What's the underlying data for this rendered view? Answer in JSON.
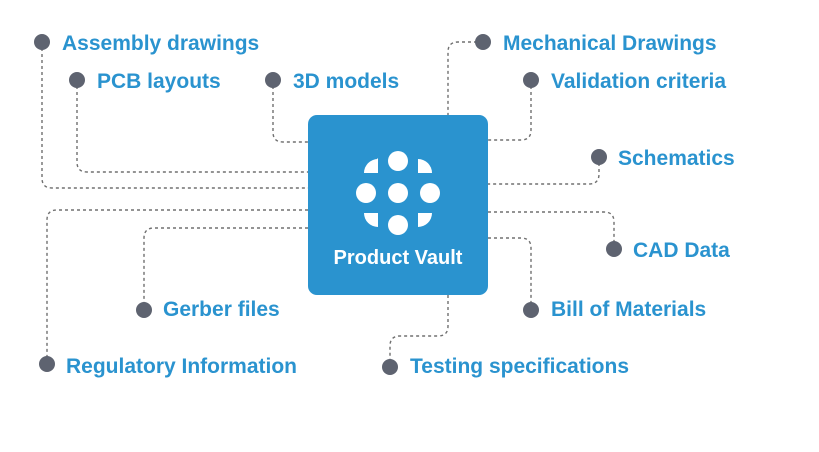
{
  "hub": {
    "title": "Product Vault",
    "logo_icon": "grid-of-circles-icon",
    "color": "#2a93cf"
  },
  "colors": {
    "label": "#2a93cf",
    "dot": "#5e6370",
    "connector": "#707070"
  },
  "nodes": {
    "assembly_drawings": "Assembly drawings",
    "pcb_layouts": "PCB layouts",
    "models_3d": "3D models",
    "mechanical_drawings": "Mechanical Drawings",
    "validation_criteria": "Validation criteria",
    "schematics": "Schematics",
    "cad_data": "CAD Data",
    "gerber_files": "Gerber files",
    "bill_of_materials": "Bill of Materials",
    "regulatory_information": "Regulatory Information",
    "testing_specifications": "Testing specifications"
  }
}
